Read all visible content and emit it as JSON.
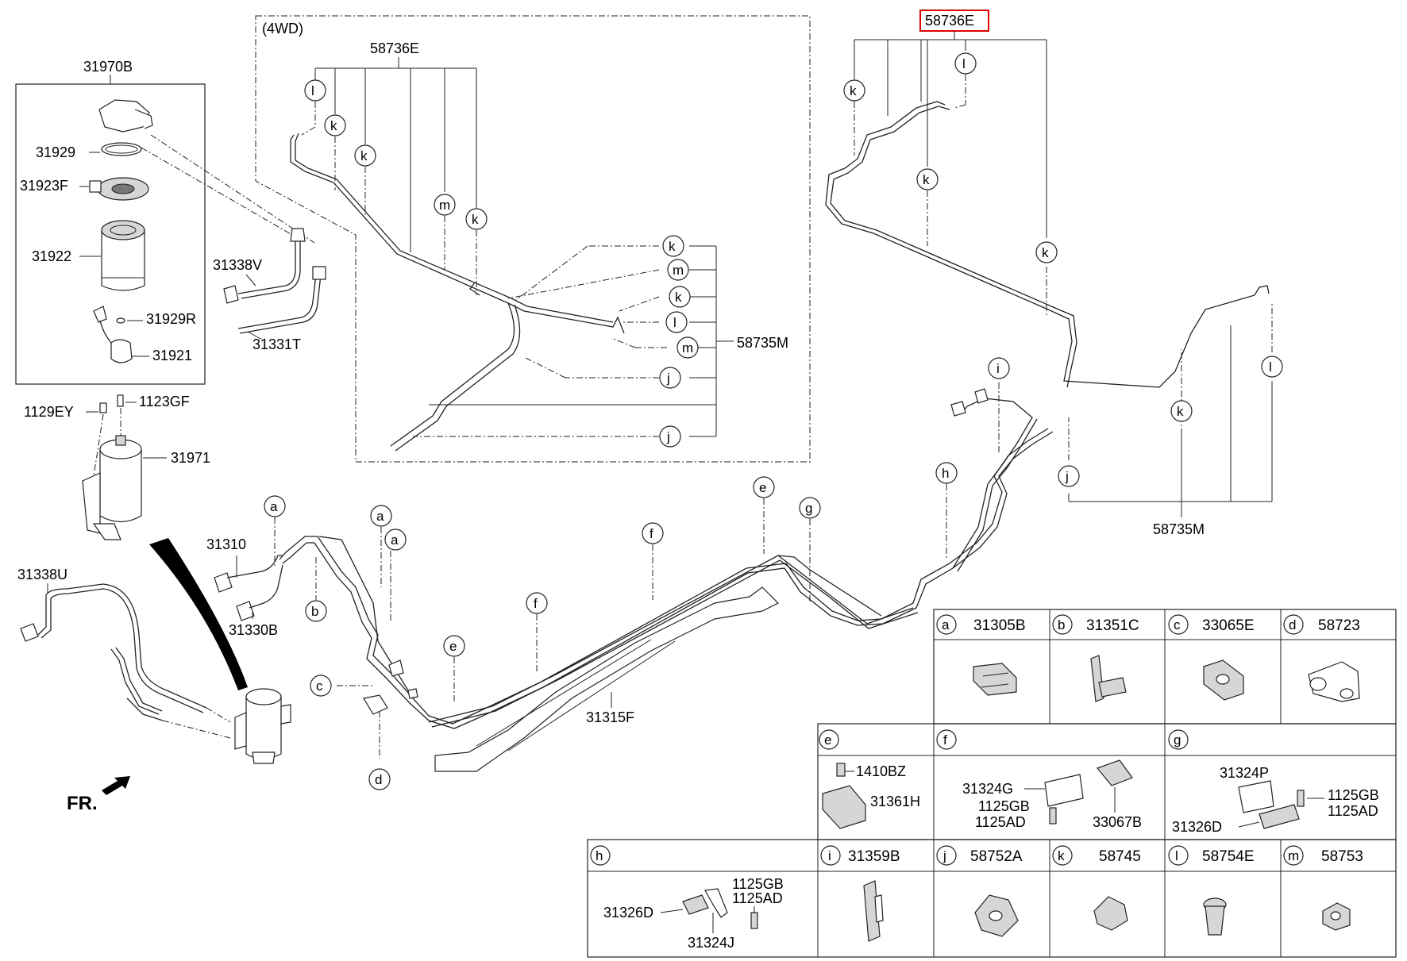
{
  "labels": {
    "p31970B": "31970B",
    "p31929": "31929",
    "p31923F": "31923F",
    "p31922": "31922",
    "p31929R": "31929R",
    "p31921": "31921",
    "p31338V": "31338V",
    "p31331T": "31331T",
    "p1129EY": "1129EY",
    "p1123GF": "1123GF",
    "p31971": "31971",
    "p31338U": "31338U",
    "p31310": "31310",
    "p31330B": "31330B",
    "p31315F": "31315F",
    "fwd": "(4WD)",
    "p58736E_a": "58736E",
    "p58736E_b": "58736E",
    "p58735M_a": "58735M",
    "p58735M_b": "58735M",
    "fr": "FR."
  },
  "callouts": {
    "a": "a",
    "b": "b",
    "c": "c",
    "d": "d",
    "e": "e",
    "f": "f",
    "g": "g",
    "h": "h",
    "i": "i",
    "j": "j",
    "k": "k",
    "l": "l",
    "m": "m"
  },
  "legend": {
    "a": {
      "letter": "a",
      "part": "31305B"
    },
    "b": {
      "letter": "b",
      "part": "31351C"
    },
    "c": {
      "letter": "c",
      "part": "33065E"
    },
    "d": {
      "letter": "d",
      "part": "58723"
    },
    "e": {
      "letter": "e",
      "parts": [
        "1410BZ",
        "31361H"
      ]
    },
    "f": {
      "letter": "f",
      "parts": [
        "31324G",
        "1125GB",
        "1125AD",
        "33067B"
      ]
    },
    "g": {
      "letter": "g",
      "parts": [
        "31324P",
        "1125GB",
        "1125AD",
        "31326D"
      ]
    },
    "h": {
      "letter": "h",
      "parts": [
        "1125GB",
        "1125AD",
        "31326D",
        "31324J"
      ]
    },
    "i": {
      "letter": "i",
      "part": "31359B"
    },
    "j": {
      "letter": "j",
      "part": "58752A"
    },
    "k": {
      "letter": "k",
      "part": "58745"
    },
    "l": {
      "letter": "l",
      "part": "58754E"
    },
    "m": {
      "letter": "m",
      "part": "58753"
    }
  },
  "highlight_color": "#e00000"
}
